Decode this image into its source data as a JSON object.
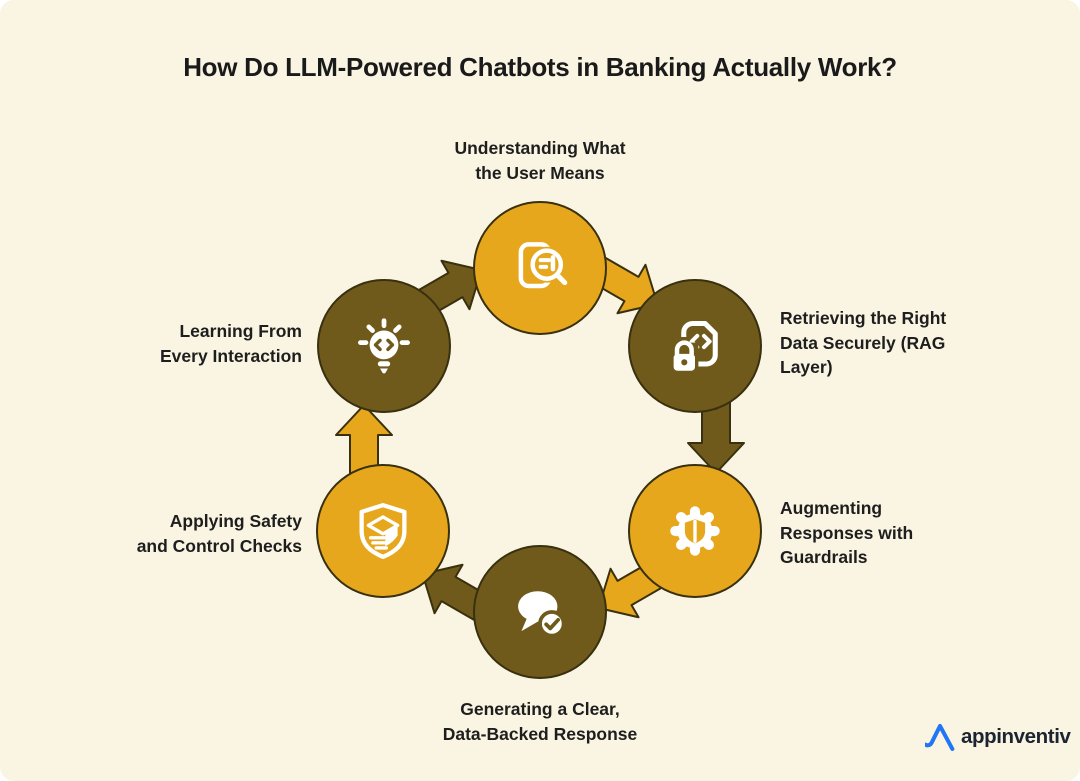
{
  "title": "How Do LLM-Powered Chatbots in Banking Actually Work?",
  "colors": {
    "background": "#FAF5E2",
    "gold": "#E6A71C",
    "olive": "#6F5A1B",
    "outline": "#38300F",
    "text": "#1E1E1E",
    "logo_blue": "#2276F5"
  },
  "cycle_direction": "clockwise",
  "steps": [
    {
      "label": "Understanding What the User Means",
      "label_lines": [
        "Understanding What",
        "the User Means"
      ],
      "icon": "document-search-icon",
      "circle_color": "gold",
      "position": "top"
    },
    {
      "label": "Retrieving the Right Data Securely (RAG Layer)",
      "label_lines": [
        "Retrieving the Right",
        "Data Securely (RAG",
        "Layer)"
      ],
      "icon": "secure-document-code-icon",
      "circle_color": "olive",
      "position": "top-right"
    },
    {
      "label": "Augmenting Responses with Guardrails",
      "label_lines": [
        "Augmenting",
        "Responses with",
        "Guardrails"
      ],
      "icon": "gear-shield-icon",
      "circle_color": "gold",
      "position": "bottom-right"
    },
    {
      "label": "Generating a Clear, Data-Backed Response",
      "label_lines": [
        "Generating a Clear,",
        "Data-Backed Response"
      ],
      "icon": "chat-check-icon",
      "circle_color": "olive",
      "position": "bottom"
    },
    {
      "label": "Applying Safety and Control Checks",
      "label_lines": [
        "Applying Safety",
        "and Control Checks"
      ],
      "icon": "shield-package-icon",
      "circle_color": "gold",
      "position": "bottom-left"
    },
    {
      "label": "Learning From Every Interaction",
      "label_lines": [
        "Learning From",
        "Every Interaction"
      ],
      "icon": "bulb-code-icon",
      "circle_color": "olive",
      "position": "top-left"
    }
  ],
  "logo": {
    "text": "appinventiv"
  }
}
